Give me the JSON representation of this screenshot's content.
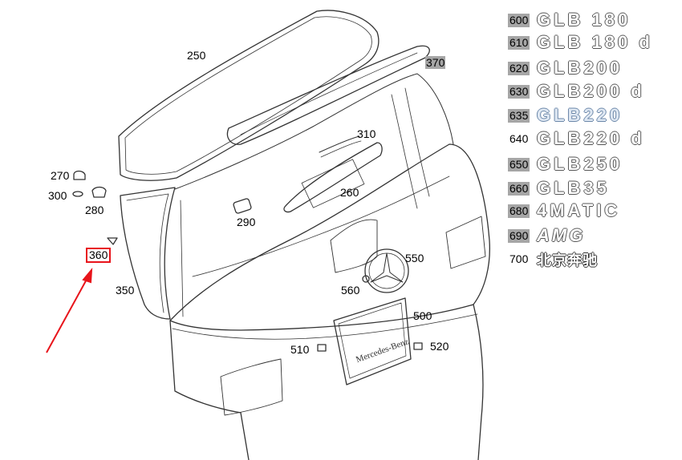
{
  "callouts": {
    "250": "250",
    "370": "370",
    "310": "310",
    "260": "260",
    "270": "270",
    "300": "300",
    "280": "280",
    "290": "290",
    "360": "360",
    "350": "350",
    "550": "550",
    "560": "560",
    "500": "500",
    "510": "510",
    "520": "520"
  },
  "plate_text": "Mercedes-Benz",
  "badges": [
    {
      "code": "600",
      "text": "GLB 180",
      "highlighted": true
    },
    {
      "code": "610",
      "text": "GLB 180 d",
      "highlighted": true
    },
    {
      "code": "620",
      "text": "GLB200",
      "highlighted": true
    },
    {
      "code": "630",
      "text": "GLB200 d",
      "highlighted": true
    },
    {
      "code": "635",
      "text": "GLB220",
      "highlighted": true
    },
    {
      "code": "640",
      "text": "GLB220 d",
      "highlighted": false
    },
    {
      "code": "650",
      "text": "GLB250",
      "highlighted": true
    },
    {
      "code": "660",
      "text": "GLB35",
      "highlighted": true
    },
    {
      "code": "680",
      "text": "4MATIC",
      "highlighted": true
    },
    {
      "code": "690",
      "text": "AMG",
      "highlighted": true
    },
    {
      "code": "700",
      "text": "北京奔驰",
      "highlighted": false
    }
  ],
  "colors": {
    "highlight": "#a6a6a6",
    "annotation": "#e8141b",
    "line": "#333333"
  }
}
